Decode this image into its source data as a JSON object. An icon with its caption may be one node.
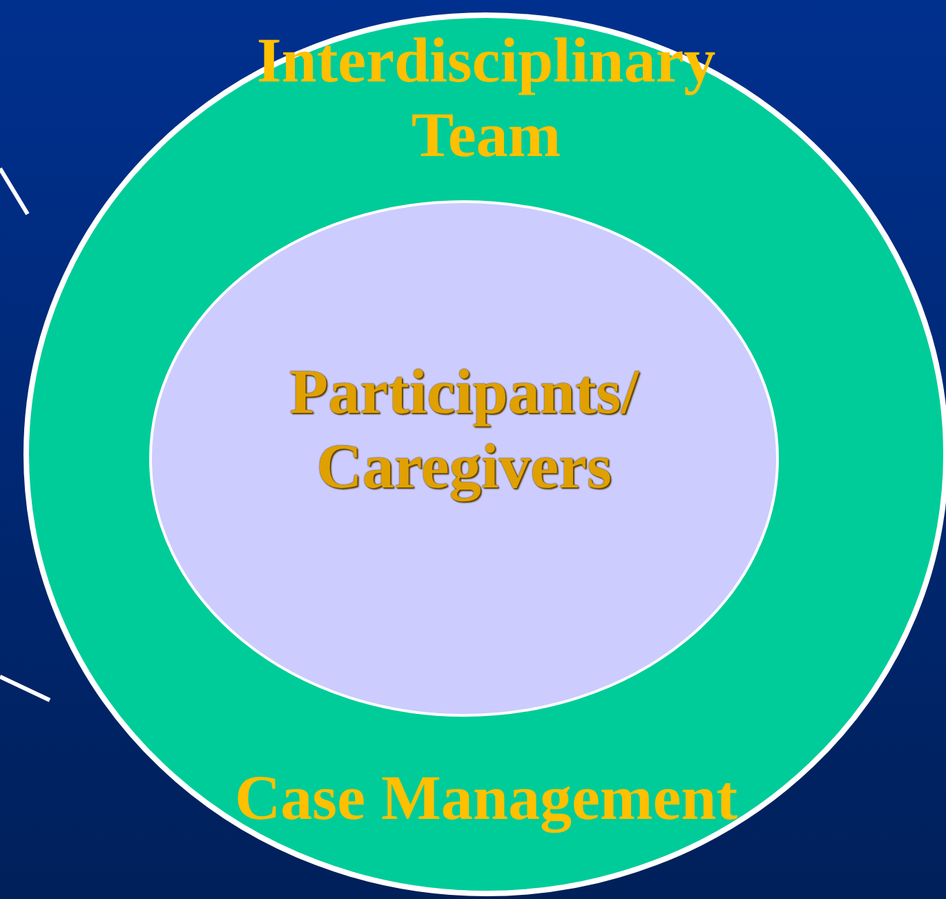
{
  "diagram": {
    "nodes": [
      {
        "text": [
          "Interdisciplinary Team",
          "Case Management"
        ]
      },
      {
        "text": [
          "Participants/ Caregivers"
        ],
        "in": 0
      }
    ],
    "edges": []
  }
}
